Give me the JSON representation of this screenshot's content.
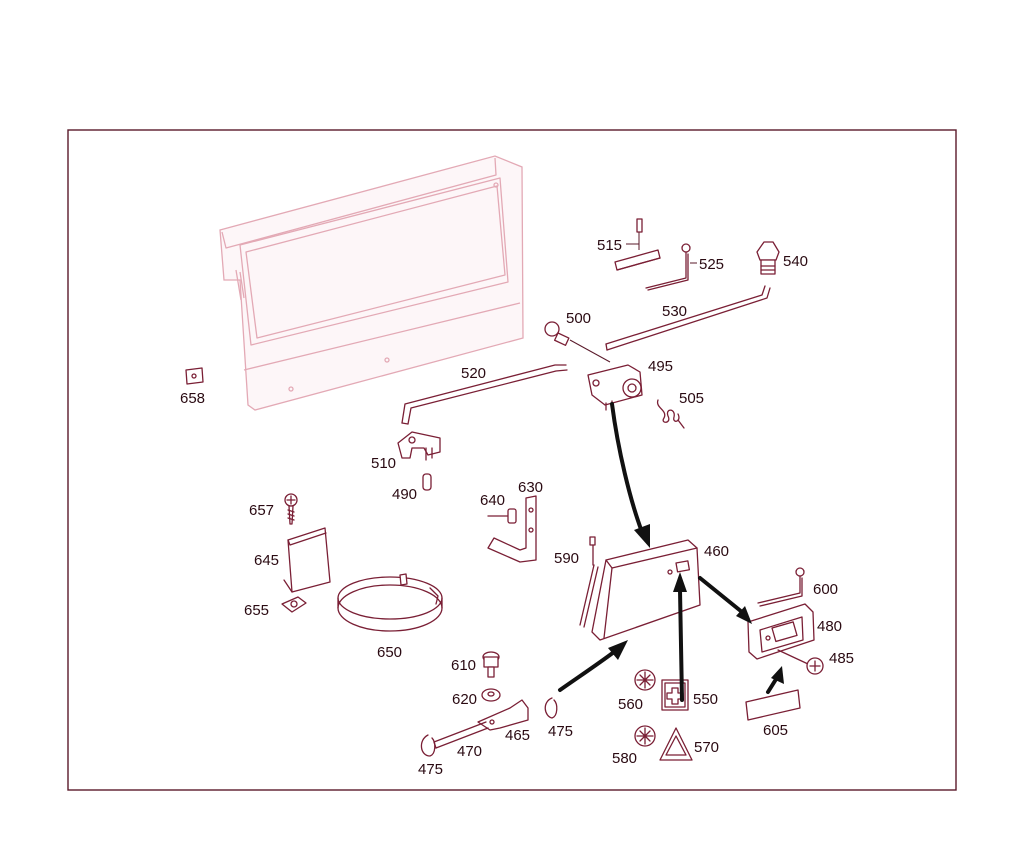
{
  "diagram": {
    "colors": {
      "part_stroke": "#7a1f35",
      "background_part_stroke": "#e3a9b5",
      "frame": "#5a1a2a",
      "arrows": "#111111"
    },
    "callouts": {
      "c515": "515",
      "c525": "525",
      "c540": "540",
      "c500": "500",
      "c530": "530",
      "c495": "495",
      "c520": "520",
      "c505": "505",
      "c658": "658",
      "c510": "510",
      "c490": "490",
      "c657": "657",
      "c640": "640",
      "c630": "630",
      "c645": "645",
      "c590": "590",
      "c460": "460",
      "c600": "600",
      "c655": "655",
      "c650": "650",
      "c480": "480",
      "c485": "485",
      "c610": "610",
      "c620": "620",
      "c560": "560",
      "c550": "550",
      "c475a": "475",
      "c470": "470",
      "c465": "465",
      "c475b": "475",
      "c605": "605",
      "c580": "580",
      "c570": "570"
    }
  }
}
